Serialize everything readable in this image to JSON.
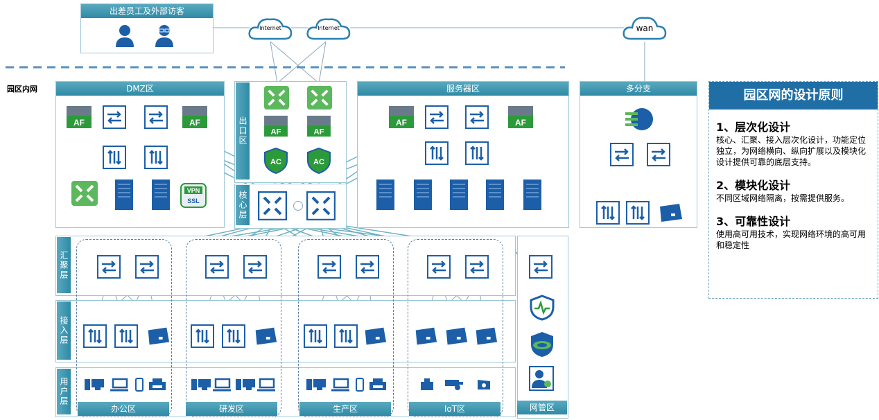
{
  "top": {
    "visitors_title": "出差员工及外部访客",
    "internet1": "Internet",
    "internet2": "Internet",
    "wan": "wan"
  },
  "campus_label": "园区内网",
  "dmz": {
    "title": "DMZ区",
    "af1": "AF",
    "af2": "AF",
    "vpn": "VPN",
    "ssl": "SSL"
  },
  "exit": {
    "title": "出口区",
    "af1": "AF",
    "af2": "AF",
    "ac1": "AC",
    "ac2": "AC"
  },
  "core": {
    "title": "核心层"
  },
  "server": {
    "title": "服务器区",
    "af1": "AF",
    "af2": "AF"
  },
  "branch": {
    "title": "多分支"
  },
  "layers": {
    "agg": "汇聚层",
    "access": "接入层",
    "user": "用户层"
  },
  "zones": [
    "办公区",
    "研发区",
    "生产区",
    "IoT区",
    "网管区"
  ],
  "panel": {
    "title": "园区网的设计原则",
    "items": [
      {
        "heading": "1、层次化设计",
        "text": "核心、汇聚、接入层次化设计，功能定位独立，为网络横向、纵向扩展以及模块化设计提供可靠的底层支持。"
      },
      {
        "heading": "2、模块化设计",
        "text": "不同区域网络隔离，按需提供服务。"
      },
      {
        "heading": "3、可靠性设计",
        "text": "使用高可用技术，实现网络环境的高可用和稳定性"
      }
    ]
  },
  "colors": {
    "header": "#2e8aa6",
    "panel": "#1f6fa6",
    "device": "#1c5fa8",
    "af": "#2c9a3a"
  }
}
